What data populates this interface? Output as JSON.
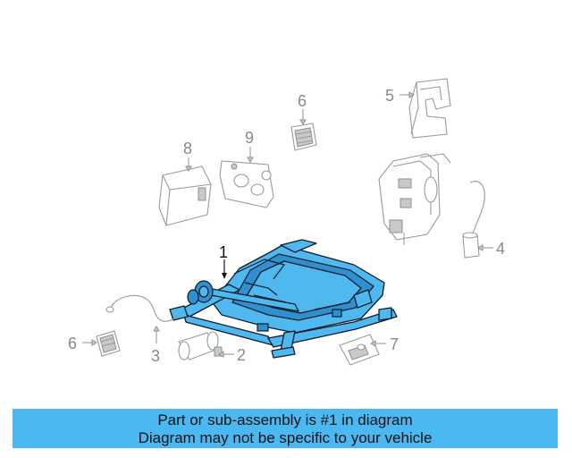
{
  "callouts": {
    "c1": "1",
    "c2": "2",
    "c3": "3",
    "c4": "4",
    "c5": "5",
    "c6a": "6",
    "c6b": "6",
    "c7": "7",
    "c8": "8",
    "c9": "9"
  },
  "banner": {
    "line1": "Part or sub-assembly is #1 in diagram",
    "line2": "Diagram may not be specific to your vehicle"
  },
  "colors": {
    "highlight": "#4fb8ef",
    "banner": "#4cb8f2",
    "ghost": "#9a9a9a"
  }
}
